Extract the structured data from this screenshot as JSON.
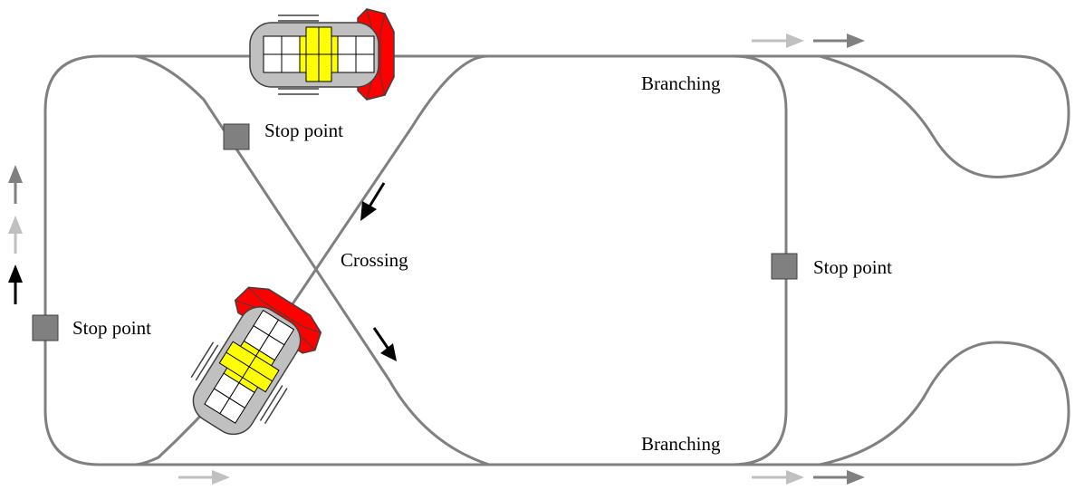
{
  "labels": {
    "branching_top": "Branching",
    "branching_bottom": "Branching",
    "crossing": "Crossing",
    "stop_point_middle": "Stop point",
    "stop_point_right": "Stop point",
    "stop_point_left": "Stop point"
  },
  "colors": {
    "track": "#808080",
    "stop_marker": "#808080",
    "arrow_dark": "#808080",
    "arrow_light": "#c0c0c0",
    "arrow_black": "#000000",
    "vehicle_body": "#c0c0c0",
    "vehicle_cab": "#ff0000",
    "load_highlight": "#ffff00"
  }
}
